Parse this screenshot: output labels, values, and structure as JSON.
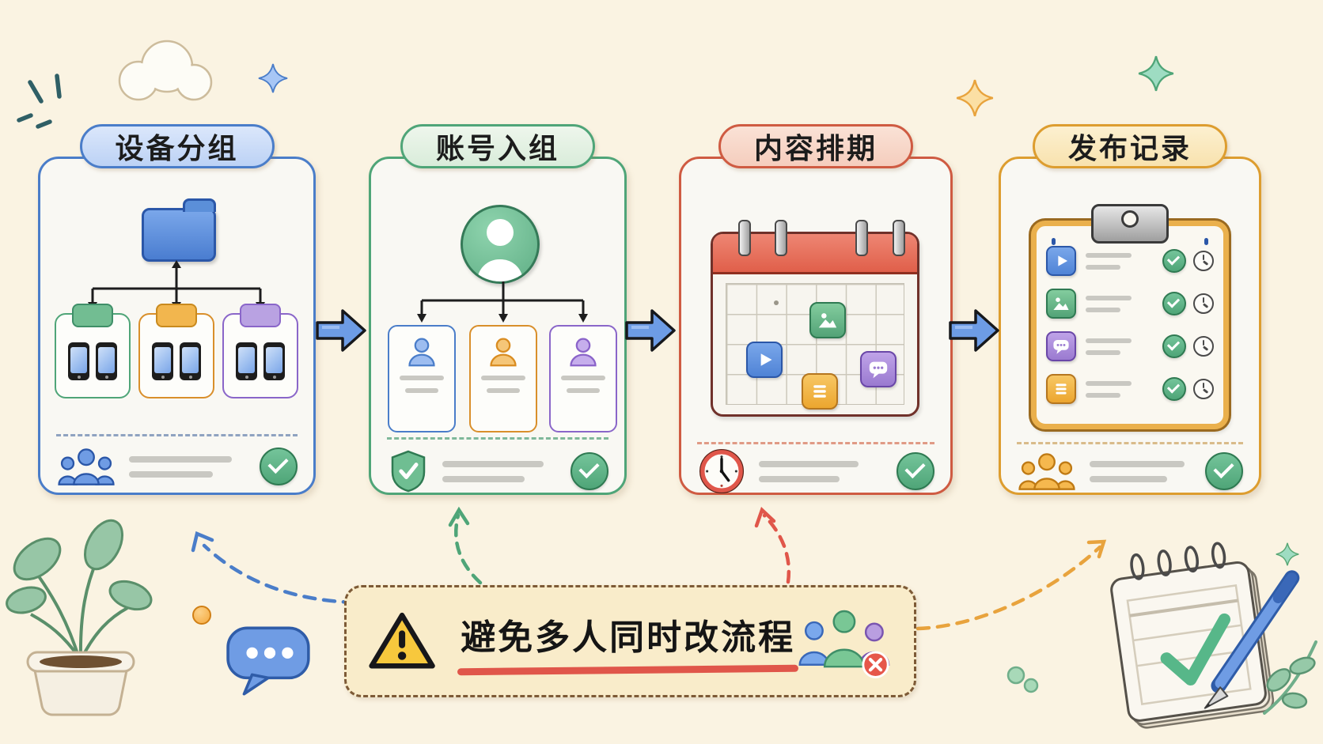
{
  "canvas": {
    "background": "#faf3e2"
  },
  "flow": {
    "arrow_color": "#6d9ce5",
    "steps": [
      {
        "title": "设备分组",
        "accent": "#4a7dc9",
        "badge_bg": "#cbdcf7",
        "group_colors": [
          "#5aa876",
          "#e8a33d",
          "#9b7fd4"
        ],
        "devices_per_group": 2,
        "icons": [
          "folder-icon",
          "smartphone-icon",
          "users-icon",
          "check-icon"
        ]
      },
      {
        "title": "账号入组",
        "accent": "#4fa578",
        "badge_bg": "#e6f1e4",
        "member_colors": [
          "#4a7dc9",
          "#e8a33d",
          "#9b7fd4"
        ],
        "icons": [
          "user-avatar-icon",
          "shield-check-icon",
          "check-icon"
        ]
      },
      {
        "title": "内容排期",
        "accent": "#cf5b42",
        "badge_bg": "#f8dacc",
        "calendar_items": [
          "image-icon",
          "play-icon",
          "chat-icon",
          "list-icon"
        ],
        "icons": [
          "calendar-icon",
          "clock-icon",
          "check-icon"
        ]
      },
      {
        "title": "发布记录",
        "accent": "#dd9d2f",
        "badge_bg": "#fbe9c2",
        "checklist_items": [
          "video-icon",
          "image-icon",
          "chat-icon",
          "list-icon"
        ],
        "checklist_status": [
          "done",
          "done",
          "done",
          "done"
        ],
        "icons": [
          "clipboard-icon",
          "users-icon",
          "check-icon",
          "clock-icon"
        ]
      }
    ]
  },
  "warning": {
    "text": "避免多人同时改流程",
    "icon": "warning-triangle-icon",
    "conflict_icon": "people-x-icon",
    "panel_bg": "#f9ecca",
    "border_color": "#7d5a36",
    "underline_color": "#e0564a"
  },
  "decor": {
    "items": [
      "cloud",
      "sparkle-blue",
      "sparkle-orange",
      "sparkle-teal",
      "sparkle-green",
      "teal-dashes",
      "plant-pot",
      "orange-dot",
      "speech-bubble",
      "notepad-pen",
      "green-dots",
      "leaf-branch"
    ]
  }
}
